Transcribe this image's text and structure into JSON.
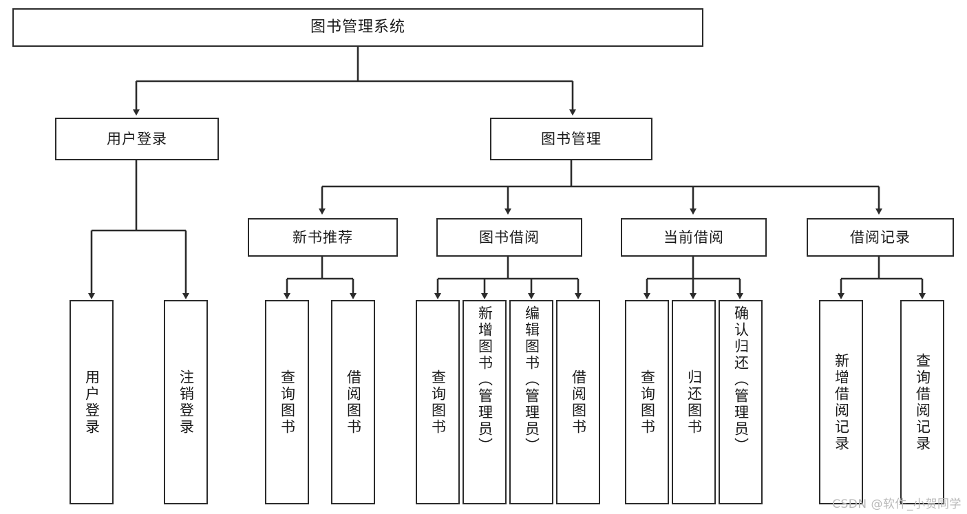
{
  "diagram": {
    "title_text": "图书管理系统",
    "type": "tree-hierarchy-diagram",
    "watermark": "CSDN @软件_小贺同学",
    "colors": {
      "border": "#2b2b2b",
      "fill": "#ffffff",
      "text": "#1a1a1a",
      "connector": "#2b2b2b",
      "watermark": "#b9b9b9"
    },
    "root": {
      "label": "图书管理系统"
    },
    "level2": [
      {
        "label": "用户登录"
      },
      {
        "label": "图书管理"
      }
    ],
    "level3": [
      {
        "label": "新书推荐"
      },
      {
        "label": "图书借阅"
      },
      {
        "label": "当前借阅"
      },
      {
        "label": "借阅记录"
      }
    ],
    "leaves": {
      "user_login": [
        {
          "label": "用户登录"
        },
        {
          "label": "注销登录"
        }
      ],
      "new_book_recommend": [
        {
          "label": "查询图书"
        },
        {
          "label": "借阅图书"
        }
      ],
      "book_borrow": [
        {
          "label": "查询图书"
        },
        {
          "label": "新增图书（管理员）"
        },
        {
          "label": "编辑图书（管理员）"
        },
        {
          "label": "借阅图书"
        }
      ],
      "current_borrow": [
        {
          "label": "查询图书"
        },
        {
          "label": "归还图书"
        },
        {
          "label": "确认归还（管理员）"
        }
      ],
      "borrow_record": [
        {
          "label": "新增借阅记录"
        },
        {
          "label": "查询借阅记录"
        }
      ]
    }
  }
}
